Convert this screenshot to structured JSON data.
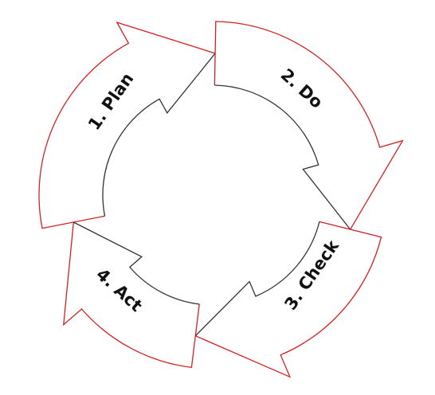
{
  "diagram": {
    "colors": {
      "outer_edge": "#d42020",
      "inner_edge": "#333333",
      "label": "#111111",
      "fill": "#ffffff"
    },
    "steps": [
      {
        "id": "plan",
        "label": "1. Plan"
      },
      {
        "id": "do",
        "label": "2. Do"
      },
      {
        "id": "check",
        "label": "3. Check"
      },
      {
        "id": "act",
        "label": "4. Act"
      }
    ]
  }
}
